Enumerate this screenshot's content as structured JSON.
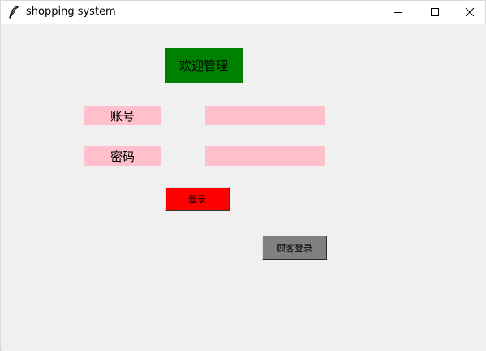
{
  "window": {
    "title": "shopping system",
    "icon": "feather-icon",
    "controls": {
      "minimize_icon": "minimize-icon",
      "maximize_icon": "maximize-icon",
      "close_icon": "close-icon"
    }
  },
  "form": {
    "welcome_label": "欢迎管理",
    "account_label": "账号",
    "password_label": "密码",
    "account_value": "",
    "password_value": "",
    "login_button": "登录",
    "guest_login_button": "顾客登录"
  },
  "colors": {
    "welcome_bg": "#008000",
    "field_bg": "#ffc0cb",
    "login_bg": "#ff0000",
    "guest_bg": "#808080",
    "window_bg": "#f0f0f0"
  }
}
